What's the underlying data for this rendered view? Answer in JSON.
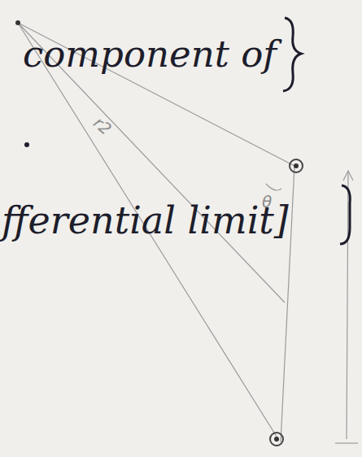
{
  "diagram": {
    "labels": [
      "component of",
      "fferential limit]",
      "r2",
      "θ"
    ]
  }
}
